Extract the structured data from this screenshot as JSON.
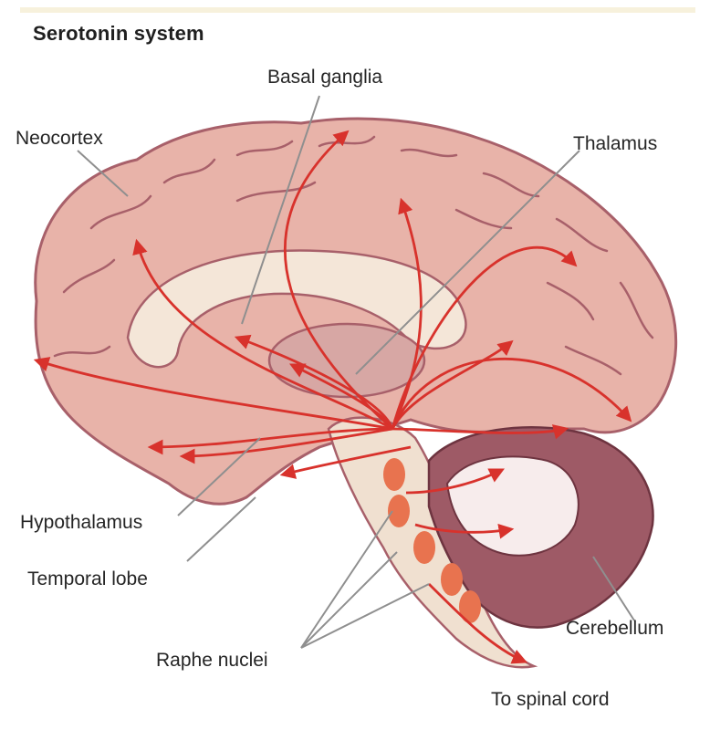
{
  "title": "Serotonin system",
  "labels": {
    "basal_ganglia": "Basal ganglia",
    "neocortex": "Neocortex",
    "thalamus": "Thalamus",
    "hypothalamus": "Hypothalamus",
    "temporal_lobe": "Temporal lobe",
    "cerebellum": "Cerebellum",
    "raphe_nuclei": "Raphe nuclei",
    "to_spinal_cord": "To spinal cord"
  },
  "colors": {
    "brain_fill": "#e8b3a9",
    "brain_fold": "#a8606a",
    "white_matter": "#f4e6d8",
    "cerebellum_fill": "#9e5a66",
    "projection_arrows": "#d8322c",
    "raphe_nuclei": "#e8734f",
    "leader_lines": "#8f8f8f"
  }
}
